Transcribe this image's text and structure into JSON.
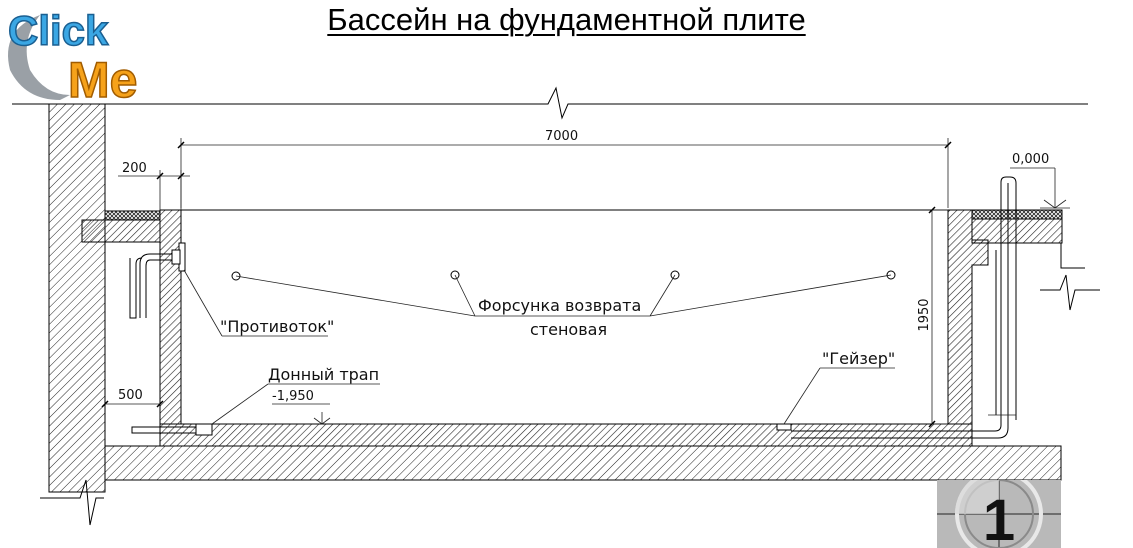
{
  "title": "Бассейн на фундаментной плите",
  "logo": {
    "word1": "Click",
    "word2": "Me",
    "colors": {
      "click": "#3ba7e4",
      "me": "#f6a21a"
    }
  },
  "dimensions": {
    "pool_length": "7000",
    "wall_thickness": "200",
    "edge_offset": "500",
    "pool_depth": "1950",
    "zero_level": "0,000",
    "bottom_level": "-1,950"
  },
  "labels": {
    "counterflow": "\"Противоток\"",
    "nozzle_line1": "Форсунка возврата",
    "nozzle_line2": "стеновая",
    "bottom_drain": "Донный трап",
    "geyser": "\"Гейзер\""
  },
  "badge": {
    "number": "1"
  },
  "colors": {
    "line": "#000000",
    "hatch": "#222222"
  }
}
